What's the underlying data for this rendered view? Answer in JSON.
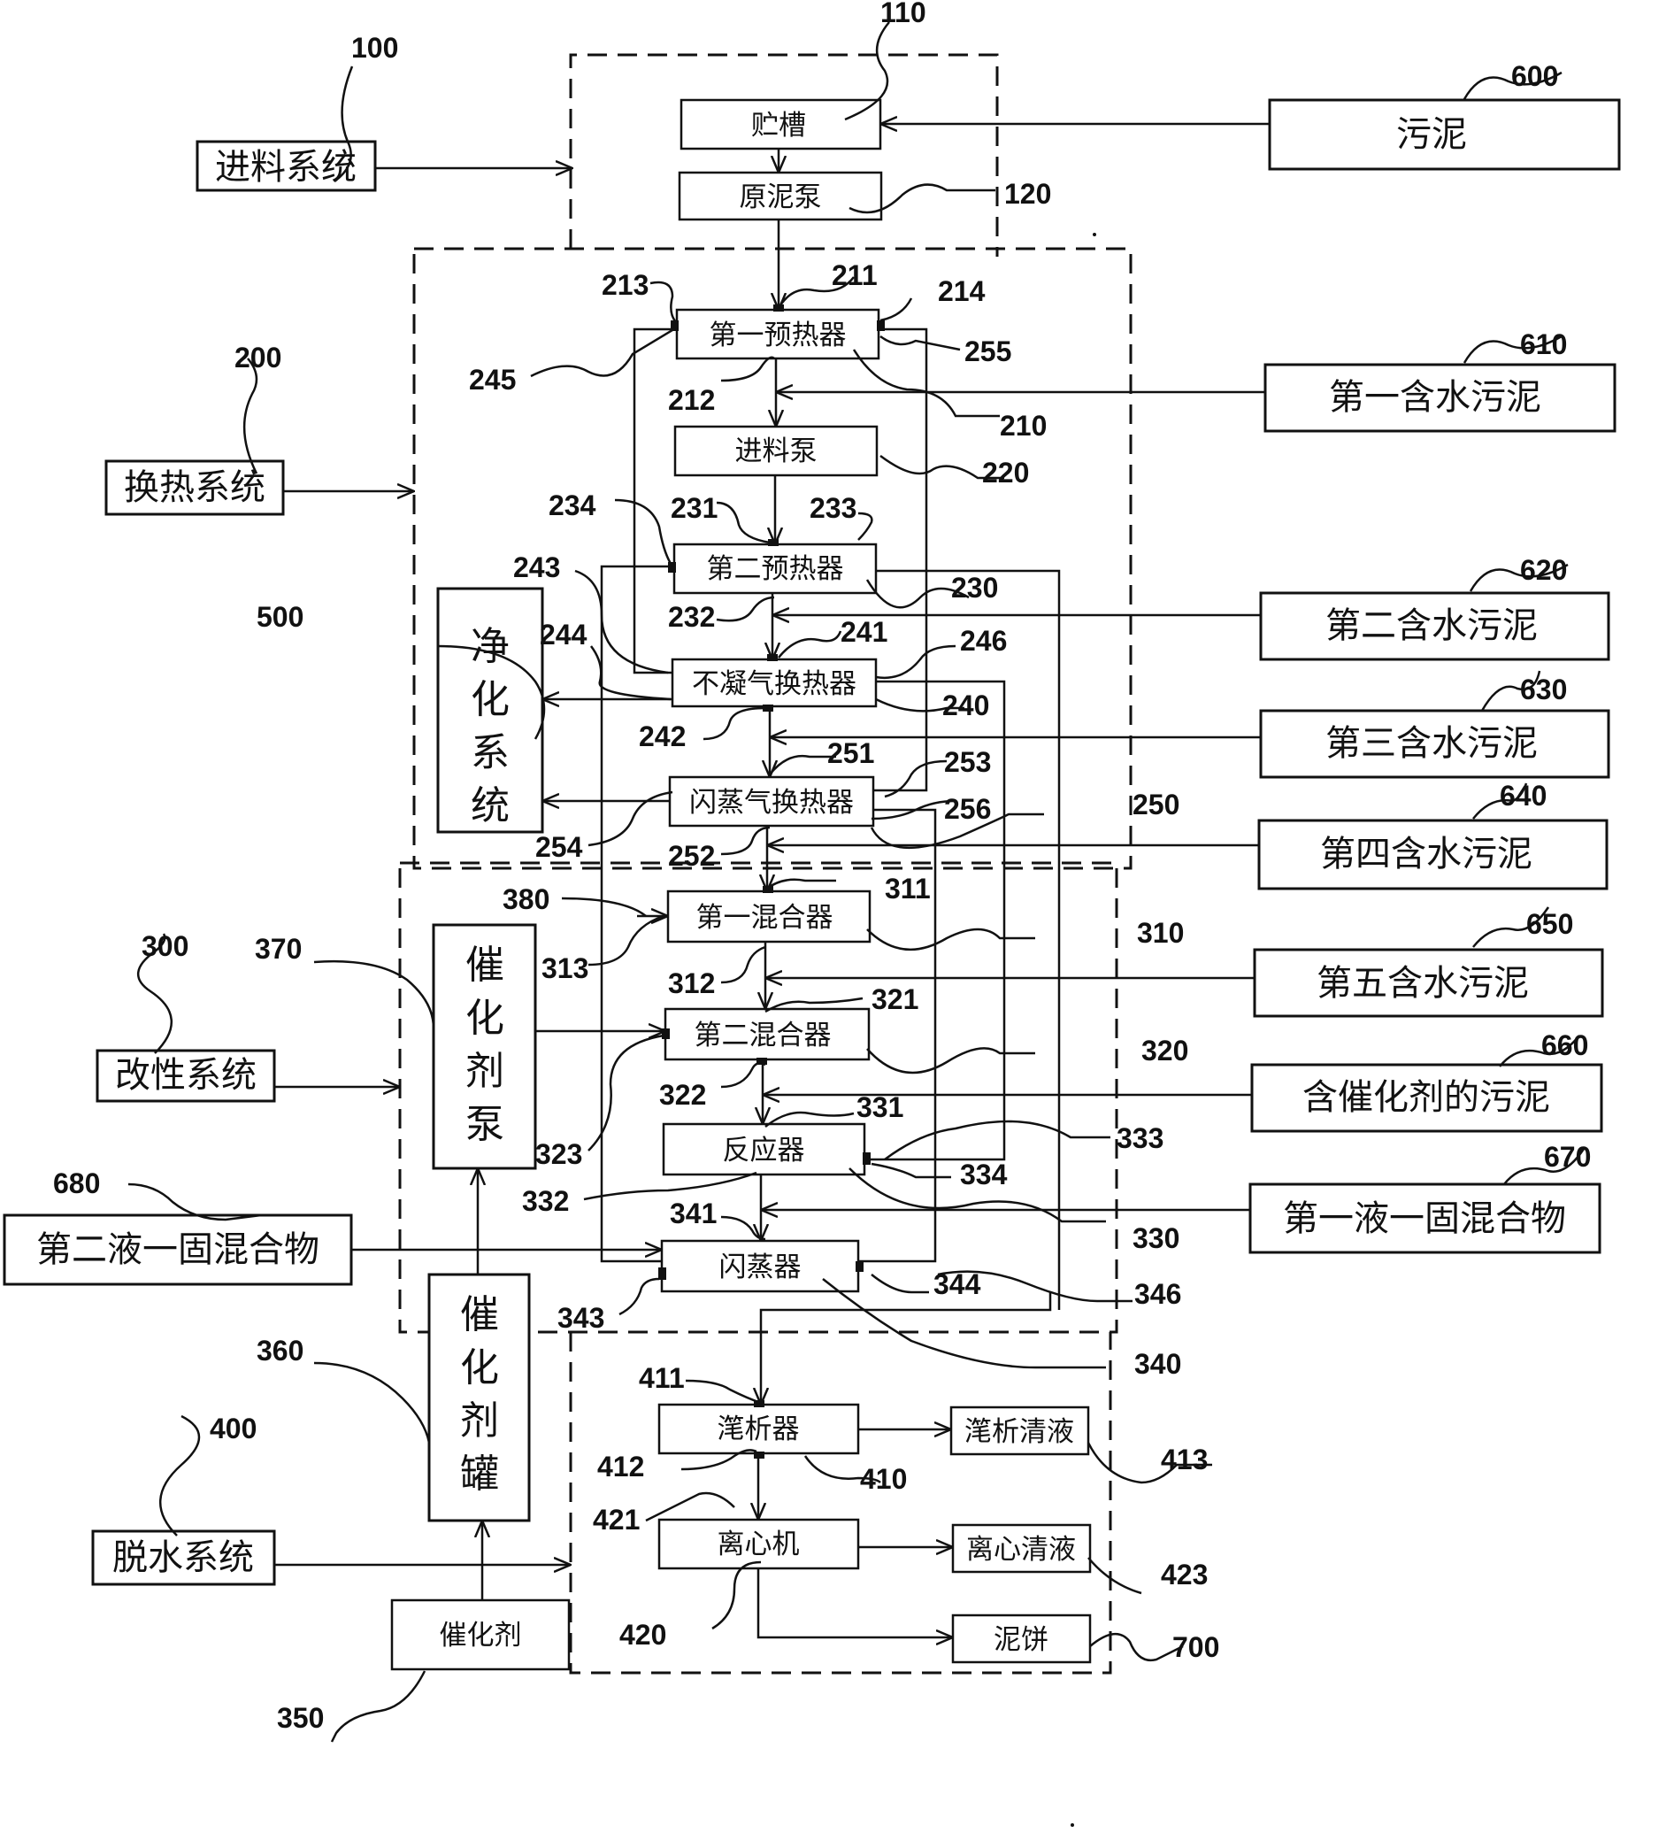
{
  "systems": {
    "feed": "进料系统",
    "heat_exchange": "换热系统",
    "modification": "改性系统",
    "dewatering": "脱水系统",
    "purification": [
      "净",
      "化",
      "系",
      "统"
    ]
  },
  "equipment": {
    "storage_tank": "贮槽",
    "raw_sludge_pump": "原泥泵",
    "first_preheater": "第一预热器",
    "feed_pump": "进料泵",
    "second_preheater": "第二预热器",
    "noncondensable_hx": "不凝气换热器",
    "flash_steam_hx": "闪蒸气换热器",
    "first_mixer": "第一混合器",
    "second_mixer": "第二混合器",
    "reactor": "反应器",
    "flash_tank": "闪蒸器",
    "catalyst_pump": [
      "催",
      "化",
      "剂",
      "泵"
    ],
    "catalyst_tank": [
      "催",
      "化",
      "剂",
      "罐"
    ],
    "catalyst": "催化剂",
    "decanter": "滗析器",
    "decant_liquid": "滗析清液",
    "centrifuge": "离心机",
    "centrifuge_liquid": "离心清液",
    "mud_cake": "泥饼"
  },
  "inputs": {
    "sludge": "污泥",
    "water_sludge_1": "第一含水污泥",
    "water_sludge_2": "第二含水污泥",
    "water_sludge_3": "第三含水污泥",
    "water_sludge_4": "第四含水污泥",
    "water_sludge_5": "第五含水污泥",
    "catalyst_sludge": "含催化剂的污泥",
    "liquid_solid_1": "第一液一固混合物",
    "liquid_solid_2": "第二液一固混合物"
  },
  "refs": {
    "r100": "100",
    "r110": "110",
    "r120": "120",
    "r200": "200",
    "r210": "210",
    "r211": "211",
    "r212": "212",
    "r213": "213",
    "r214": "214",
    "r220": "220",
    "r230": "230",
    "r231": "231",
    "r232": "232",
    "r233": "233",
    "r234": "234",
    "r240": "240",
    "r241": "241",
    "r242": "242",
    "r243": "243",
    "r244": "244",
    "r245": "245",
    "r246": "246",
    "r250": "250",
    "r251": "251",
    "r252": "252",
    "r253": "253",
    "r254": "254",
    "r255": "255",
    "r256": "256",
    "r300": "300",
    "r310": "310",
    "r311": "311",
    "r312": "312",
    "r313": "313",
    "r320": "320",
    "r321": "321",
    "r322": "322",
    "r323": "323",
    "r330": "330",
    "r331": "331",
    "r332": "332",
    "r333": "333",
    "r334": "334",
    "r340": "340",
    "r341": "341",
    "r343": "343",
    "r344": "344",
    "r346": "346",
    "r350": "350",
    "r360": "360",
    "r370": "370",
    "r380": "380",
    "r400": "400",
    "r410": "410",
    "r411": "411",
    "r412": "412",
    "r413": "413",
    "r420": "420",
    "r421": "421",
    "r423": "423",
    "r500": "500",
    "r600": "600",
    "r610": "610",
    "r620": "620",
    "r630": "630",
    "r640": "640",
    "r650": "650",
    "r660": "660",
    "r670": "670",
    "r680": "680",
    "r700": "700"
  }
}
